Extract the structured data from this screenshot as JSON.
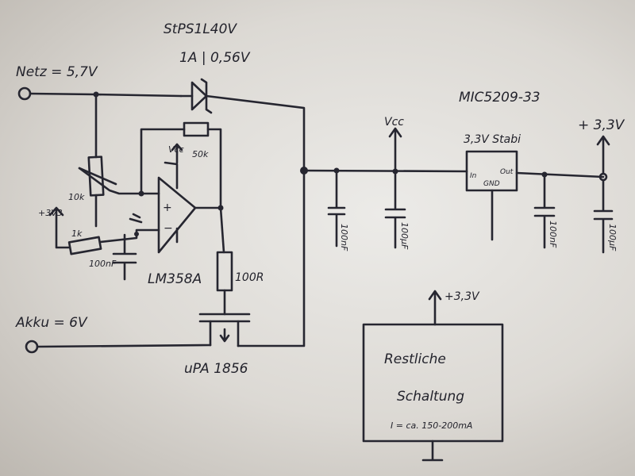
{
  "labels": {
    "netz": "Netz = 5,7V",
    "akku": "Akku = 6V",
    "diode_part": "StPS1L40V",
    "diode_rating": "1A | 0,56V",
    "r_fb": "50k",
    "vcc_opamp": "Vcc",
    "pot": "10k",
    "v33_ref": "+3V3",
    "r_1k": "1k",
    "opamp_plus": "+",
    "opamp_minus": "−",
    "c_ref": "100nF",
    "opamp_part": "LM358A",
    "r_gate": "100R",
    "mosfet_part": "uPA 1856",
    "c1": "100nF",
    "vcc_rail": "Vcc",
    "c2": "100µF",
    "reg_part": "MIC5209-33",
    "reg_title": "3,3V Stabi",
    "reg_in": "In",
    "reg_out": "Out",
    "reg_gnd": "GND",
    "out_33": "+ 3,3V",
    "c3": "100nF",
    "c4": "100µF",
    "load_supply": "+3,3V",
    "load_line1": "Restliche",
    "load_line2": "Schaltung",
    "load_current": "I = ca. 150-200mA"
  },
  "colors": {
    "ink": "#262630",
    "paper": "#e6e4e0"
  }
}
